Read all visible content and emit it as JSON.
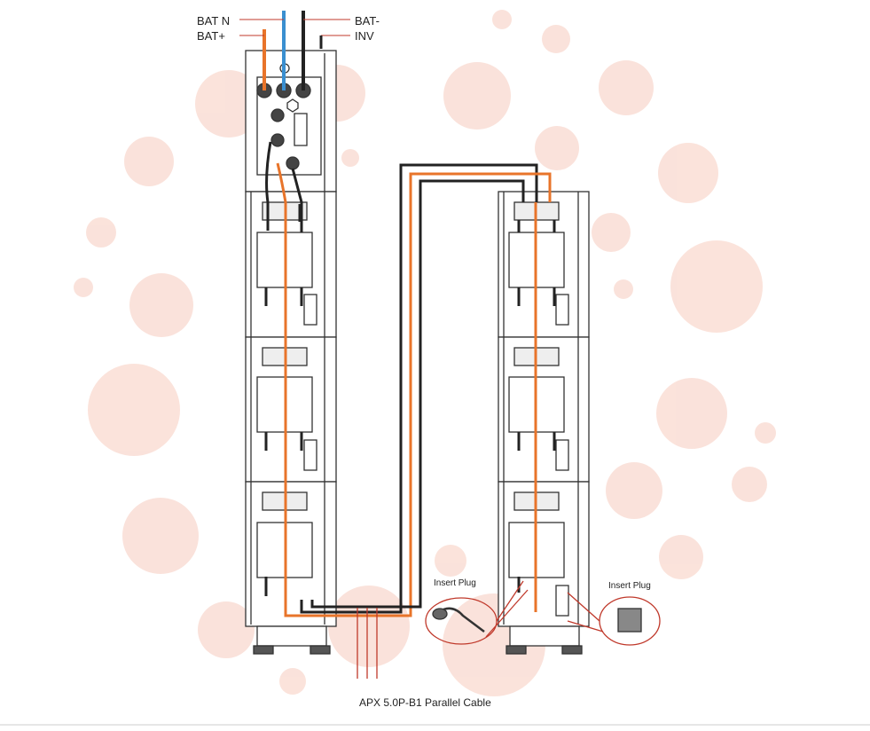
{
  "labels": {
    "bat_n": "BAT N",
    "bat_pos": "BAT+",
    "bat_neg": "BAT-",
    "inv": "INV",
    "insert_plug_left": "Insert Plug",
    "insert_plug_right": "Insert Plug",
    "parallel_cable": "APX 5.0P-B1 Parallel Cable"
  },
  "colors": {
    "orange_cable": "#e8742a",
    "black_cable": "#222222",
    "blue_cable": "#3a8fd0",
    "red_cable": "#c0392b",
    "callout": "#c0392b",
    "bubble": "#f9d9cf"
  },
  "towers": {
    "left_modules": 3,
    "right_modules": 3
  }
}
